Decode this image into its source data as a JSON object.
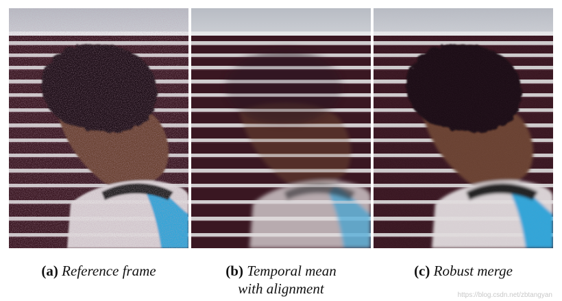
{
  "figure": {
    "panels": [
      {
        "id": "a",
        "label": "(a)",
        "caption": "Reference frame",
        "caption_line2": "",
        "rendering": "noisy"
      },
      {
        "id": "b",
        "label": "(b)",
        "caption": "Temporal mean",
        "caption_line2": "with alignment",
        "rendering": "ghosted"
      },
      {
        "id": "c",
        "label": "(c)",
        "caption": "Robust merge",
        "caption_line2": "",
        "rendering": "clean"
      }
    ]
  },
  "watermark": "https://blog.csdn.net/zbtangyan",
  "colors": {
    "blind_dark": "#3a1722",
    "blind_light": "#dcdcdc",
    "window_top": "#c9ccd2",
    "hair": "#1a1014",
    "skin": "#6a4230",
    "shirt": "#e2dcde",
    "backpack": "#2aa2d8",
    "strap": "#202124"
  }
}
